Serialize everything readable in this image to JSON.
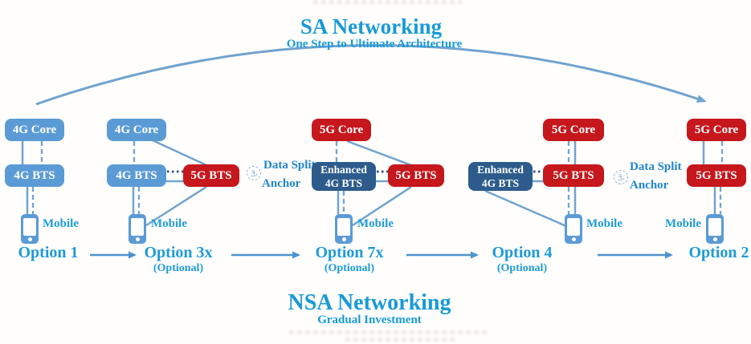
{
  "sa": {
    "title": "SA Networking",
    "subtitle": "One Step to Ultimate Architecture"
  },
  "nsa": {
    "title": "NSA Networking",
    "subtitle": "Gradual Investment"
  },
  "anchor_note": {
    "line1": "Data Split",
    "line2": "Anchor"
  },
  "groups": [
    {
      "label": "Option 1",
      "optional": "",
      "core": "4G Core",
      "bts": "4G BTS",
      "mobile": "Mobile"
    },
    {
      "label": "Option 3x",
      "optional": "(Optional)",
      "core": "4G Core",
      "bts": "4G BTS",
      "nr_bts": "5G BTS",
      "mobile": "Mobile"
    },
    {
      "label": "Option 7x",
      "optional": "(Optional)",
      "core": "5G Core",
      "enh_line1": "Enhanced",
      "enh_line2": "4G BTS",
      "nr_bts": "5G BTS",
      "mobile": "Mobile"
    },
    {
      "label": "Option 4",
      "optional": "(Optional)",
      "core": "5G Core",
      "enh_line1": "Enhanced",
      "enh_line2": "4G BTS",
      "nr_bts": "5G BTS",
      "mobile": "Mobile"
    },
    {
      "label": "Option 2",
      "optional": "",
      "core": "5G Core",
      "bts": "5G BTS",
      "mobile": "Mobile"
    }
  ],
  "icons": {
    "anchor_icon": "⚓"
  },
  "colors": {
    "light_blue_box": "#5b9bd5",
    "dark_blue_box": "#2d5c8c",
    "red_box": "#c5171c",
    "cyan_text": "#1d9bd9",
    "title_text": "#189ad6",
    "anchor_text": "#1f86d0",
    "connector_blue": "#71a3cf",
    "dotted_navy": "#2c4a75",
    "arrow_blue": "#4f94cf"
  }
}
